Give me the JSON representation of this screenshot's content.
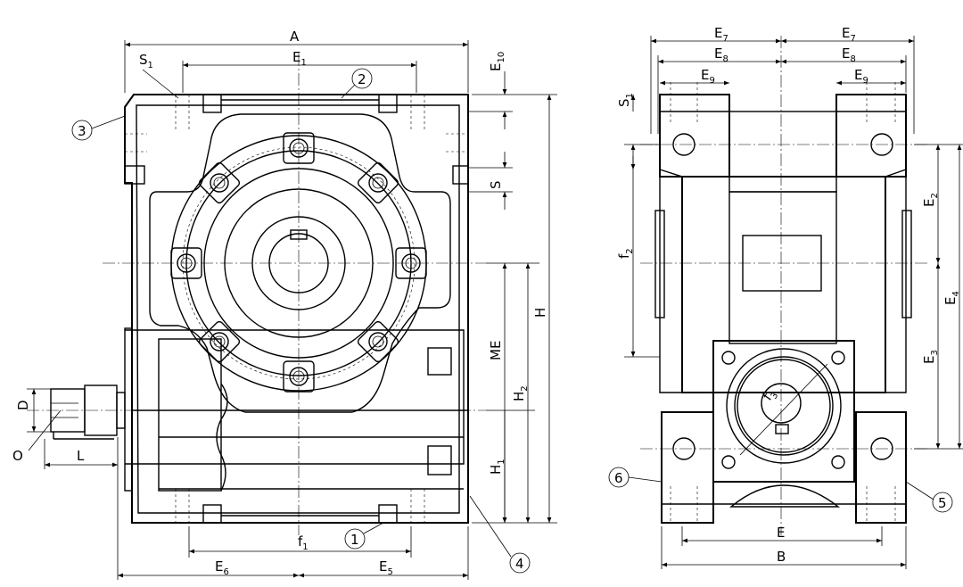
{
  "dimensions": {
    "A": "A",
    "E1": "E",
    "E1_sub": "1",
    "S1": "S",
    "S1_sub": "1",
    "E10": "E",
    "E10_sub": "10",
    "S": "S",
    "H": "H",
    "ME": "ME",
    "H2": "H",
    "H2_sub": "2",
    "H1": "H",
    "H1_sub": "1",
    "D": "D",
    "O": "O",
    "L": "L",
    "f1": "f",
    "f1_sub": "1",
    "E6": "E",
    "E6_sub": "6",
    "E5": "E",
    "E5_sub": "5",
    "E7": "E",
    "E7_sub": "7",
    "E8": "E",
    "E8_sub": "8",
    "E9": "E",
    "E9_sub": "9",
    "f2": "f",
    "f2_sub": "2",
    "E2": "E",
    "E2_sub": "2",
    "E3": "E",
    "E3_sub": "3",
    "E4": "E",
    "E4_sub": "4",
    "f3": "f",
    "f3_sub": "3",
    "E": "E",
    "B": "B"
  },
  "callouts": {
    "c1": "1",
    "c2": "2",
    "c3": "3",
    "c4": "4",
    "c5": "5",
    "c6": "6"
  }
}
